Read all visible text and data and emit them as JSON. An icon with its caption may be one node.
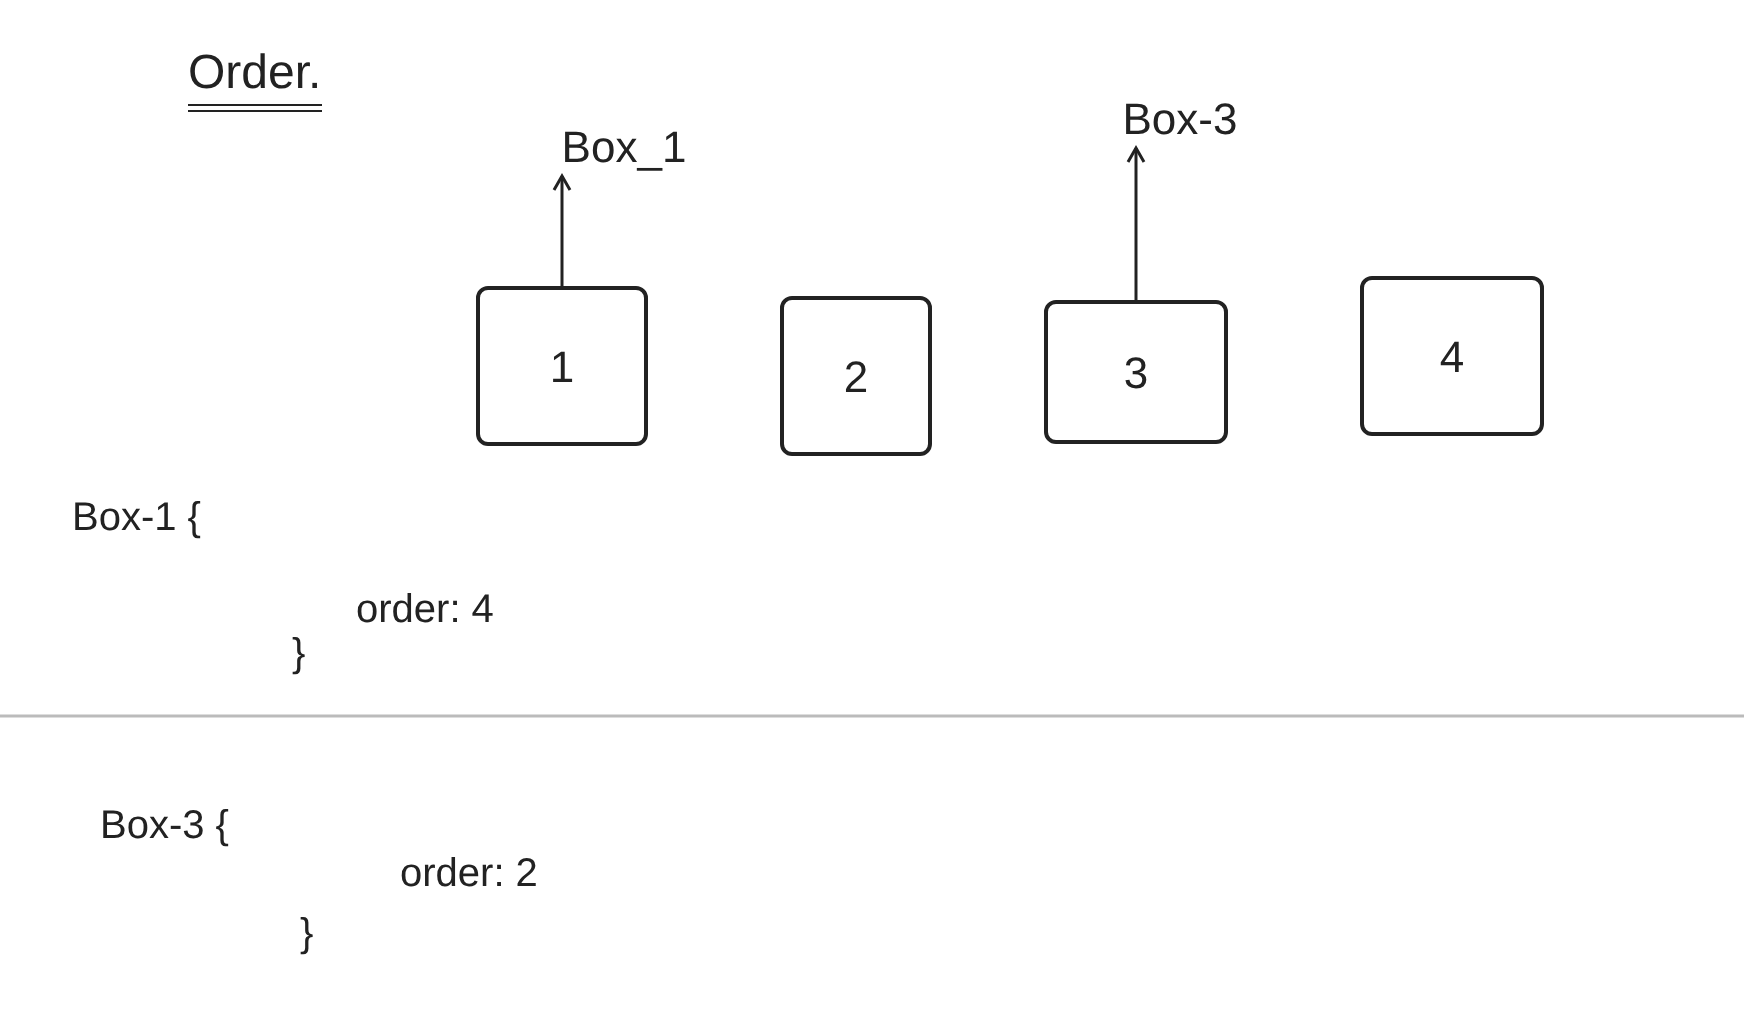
{
  "diagram": {
    "title": "Order.",
    "nodes": [
      {
        "text": [
          "Box_1"
        ]
      },
      {
        "text": [
          "1"
        ]
      },
      {
        "text": [
          "2"
        ]
      },
      {
        "text": [
          "Box-3"
        ]
      },
      {
        "text": [
          "3"
        ]
      },
      {
        "text": [
          "4"
        ]
      }
    ],
    "edges": [
      {
        "from": 1,
        "to": 0,
        "arrow": "to"
      },
      {
        "from": 4,
        "to": 3,
        "arrow": "to"
      }
    ],
    "labels": [
      "Box-1 {",
      "order: 4",
      "}",
      "Box-3 {",
      "order: 2",
      "}"
    ]
  }
}
